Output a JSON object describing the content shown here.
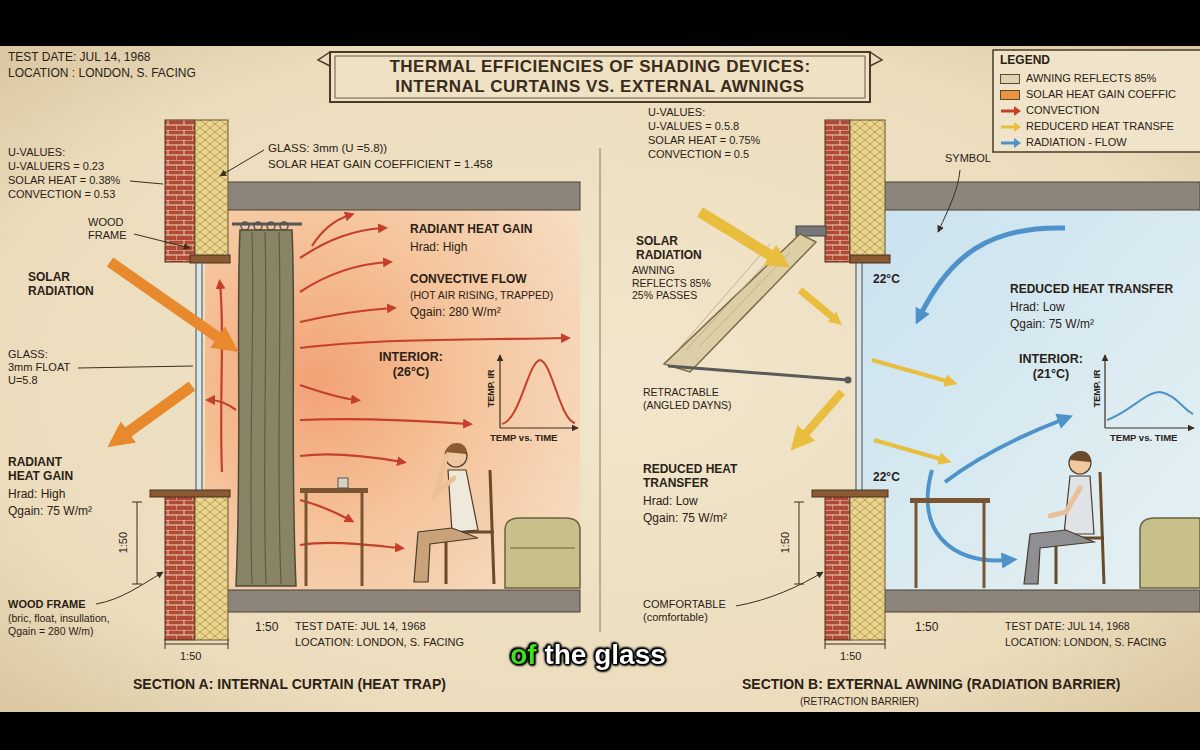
{
  "diagram": {
    "title": "THERMAL EFFICIENCIES OF SHADING DEVICES: INTERNAL CURTAINS VS. EXTERNAL AWNINGS",
    "caption": "of the glass",
    "nodes": [
      {
        "text": [
          "RADIANT HEAT GAIN",
          "Hrad: High",
          "CONVECTIVE FLOW",
          "(HOT AIR RISING, TRAPPED)",
          "Qgain: 280 W/m²",
          "INTERIOR: (26°C)",
          "TEMP. IR",
          "TEMP vs. TIME"
        ]
      },
      {
        "text": [
          "22°C",
          "REDUCED HEAT TRANSFER",
          "Hrad: Low",
          "Qgain: 75 W/m²",
          "INTERIOR: (21°C)",
          "TEMP. IR",
          "TEMP vs. TIME",
          "22°C"
        ]
      }
    ],
    "labels": [
      "TEST DATE: JUL 14, 1968",
      "LOCATION : LONDON, S. FACING",
      "U-VALUES:",
      "U-VALUERS = 0.23",
      "SOLAR HEAT = 0.38%",
      "CONVECTION = 0.53",
      "GLASS: 3mm (U =5.8))",
      "SOLAR HEAT GAIN COEFFICIENT = 1.458",
      "WOOD FRAME",
      "SOLAR RADIATION",
      "GLASS: 3mm FLOAT U=5.8",
      "RADIANT HEAT GAIN",
      "Hrad: High",
      "Qgain: 75 W/m²",
      "1:50",
      "WOOD FRAME",
      "(bric, float, insullation, Qgain = 280 W/m)",
      "1:50",
      "1:50",
      "TEST DATE: JUL 14, 1968",
      "LOCATION: LONDON, S. FACING",
      "SECTION A: INTERNAL CURTAIN (HEAT TRAP)",
      "U-VALUES:",
      "U-VALUES = 0.5.8",
      "SOLAR HEAT = 0.75%",
      "CONVECTION = 0.5",
      "SYMBOL",
      "SOLAR RADIATION",
      "AWNING REFLECTS 85% 25% PASSES",
      "RETRACTABLE (ANGLED DAYNS)",
      "REDUCED HEAT TRANSFER",
      "Hrad: Low",
      "Qgain: 75 W/m²",
      "1:50",
      "COMFORTABLE (comfortable)",
      "1:50",
      "1:50",
      "TEST DATE: JUL 14, 1968",
      "LOCATION: LONDON, S. FACING",
      "SECTION B: EXTERNAL AWNING (RADIATION BARRIER)",
      "(RETRACTION BARRIER)",
      "LEGEND"
    ],
    "legend": [
      {
        "text": "AWNING REFLECTS 85%",
        "color": "#dcd3b2"
      },
      {
        "text": "SOLAR HEAT GAIN COEFFIC",
        "color": "#e9953f"
      },
      {
        "text": "CONVECTION"
      },
      {
        "text": "REDUCERD HEAT TRANSFE"
      },
      {
        "text": "RADIATION - FLOW"
      }
    ]
  }
}
